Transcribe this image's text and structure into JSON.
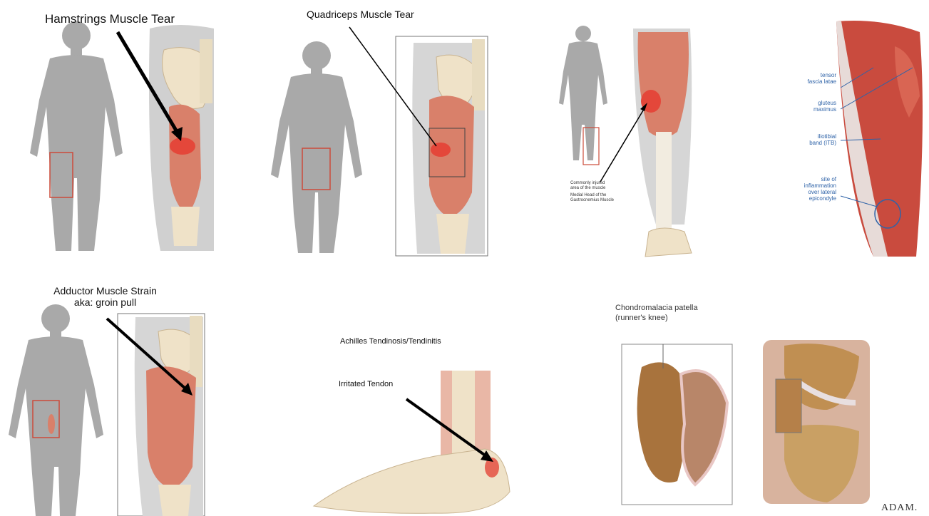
{
  "panels": {
    "hamstrings": {
      "title": "Hamstrings Muscle Tear"
    },
    "quadriceps": {
      "title": "Quadriceps Muscle Tear"
    },
    "calf": {
      "caption_line1": "Commonly injured",
      "caption_line2": "area of the muscle",
      "caption_line3": "Medial Head of the",
      "caption_line4": "Gastrocnemius Muscle"
    },
    "itb": {
      "label_tensor_1": "tensor",
      "label_tensor_2": "fascia latae",
      "label_gluteus_1": "gluteus",
      "label_gluteus_2": "maximus",
      "label_itb_1": "iliotibial",
      "label_itb_2": "band (ITB)",
      "label_site_1": "site of",
      "label_site_2": "inflammation",
      "label_site_3": "over lateral",
      "label_site_4": "epicondyle"
    },
    "adductor": {
      "title_line1": "Adductor Muscle Strain",
      "title_line2": "aka: groin pull"
    },
    "achilles": {
      "title": "Achilles Tendinosis/Tendinitis",
      "pointer_label": "Irritated Tendon"
    },
    "chondromalacia": {
      "title_line1": "Chondromalacia patella",
      "title_line2": "(runner's knee)",
      "logo": "ADAM."
    }
  },
  "colors": {
    "silhouette": "#a9a9a9",
    "muscle": "#d9806a",
    "injury": "#e4473a",
    "highlight_box": "#cc4b3a",
    "label_blue": "#2f63a8"
  }
}
